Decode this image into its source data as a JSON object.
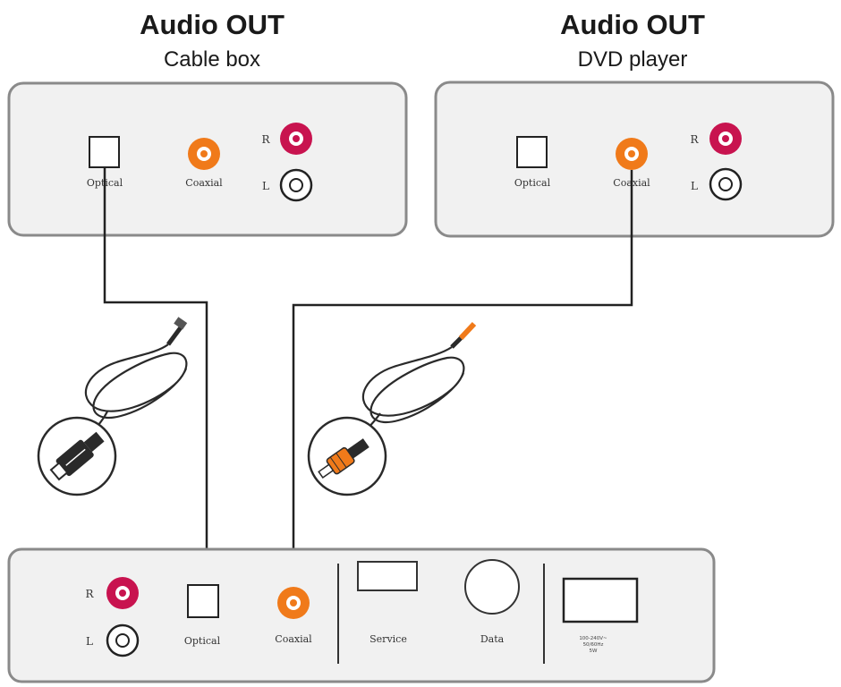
{
  "devices": {
    "cable_box": {
      "title": "Audio OUT",
      "subtitle": "Cable box",
      "ports": {
        "optical": "Optical",
        "coaxial": "Coaxial",
        "right": "R",
        "left": "L"
      }
    },
    "dvd_player": {
      "title": "Audio OUT",
      "subtitle": "DVD player",
      "ports": {
        "optical": "Optical",
        "coaxial": "Coaxial",
        "right": "R",
        "left": "L"
      }
    },
    "receiver": {
      "ports": {
        "right": "R",
        "left": "L",
        "optical": "Optical",
        "coaxial": "Coaxial",
        "service": "Service",
        "data": "Data"
      },
      "power_spec": [
        "100-240V~",
        "50/60Hz",
        "5W"
      ]
    }
  },
  "colors": {
    "red_jack": "#c8134f",
    "orange_jack": "#f07a1a",
    "white_jack": "#ffffff",
    "panel": "#f1f1f1",
    "panel_border": "#8a8a8a"
  },
  "icons": [
    "optical-cable-icon",
    "coaxial-cable-icon"
  ]
}
